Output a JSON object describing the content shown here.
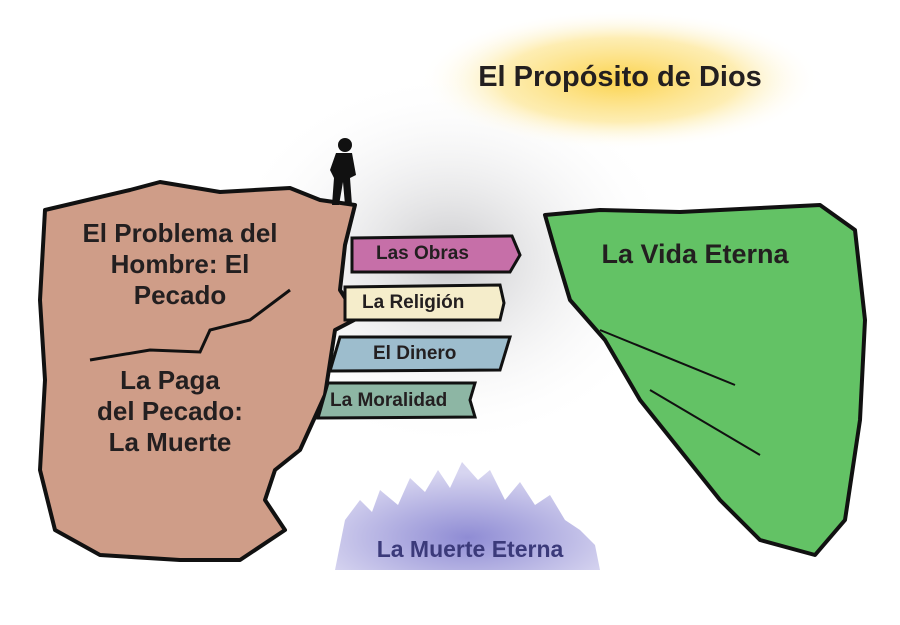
{
  "title": "El Propósito de Dios",
  "left_cliff": {
    "upper": [
      "El Problema del",
      "Hombre: El",
      "Pecado"
    ],
    "lower": [
      "La Paga",
      "del Pecado:",
      "La Muerte"
    ]
  },
  "right_cliff": "La Vida Eterna",
  "bottom": "La Muerte Eterna",
  "signs": [
    {
      "label": "Las Obras",
      "color": "#c66fa8"
    },
    {
      "label": "La Religión",
      "color": "#f5edcb"
    },
    {
      "label": "El Dinero",
      "color": "#9dbdcd"
    },
    {
      "label": "La Moralidad",
      "color": "#8db6a4"
    }
  ],
  "colors": {
    "left_cliff": "#cf9d88",
    "right_cliff": "#63c265",
    "sun": "#fcd34d",
    "fire": "#a9a6dc"
  }
}
